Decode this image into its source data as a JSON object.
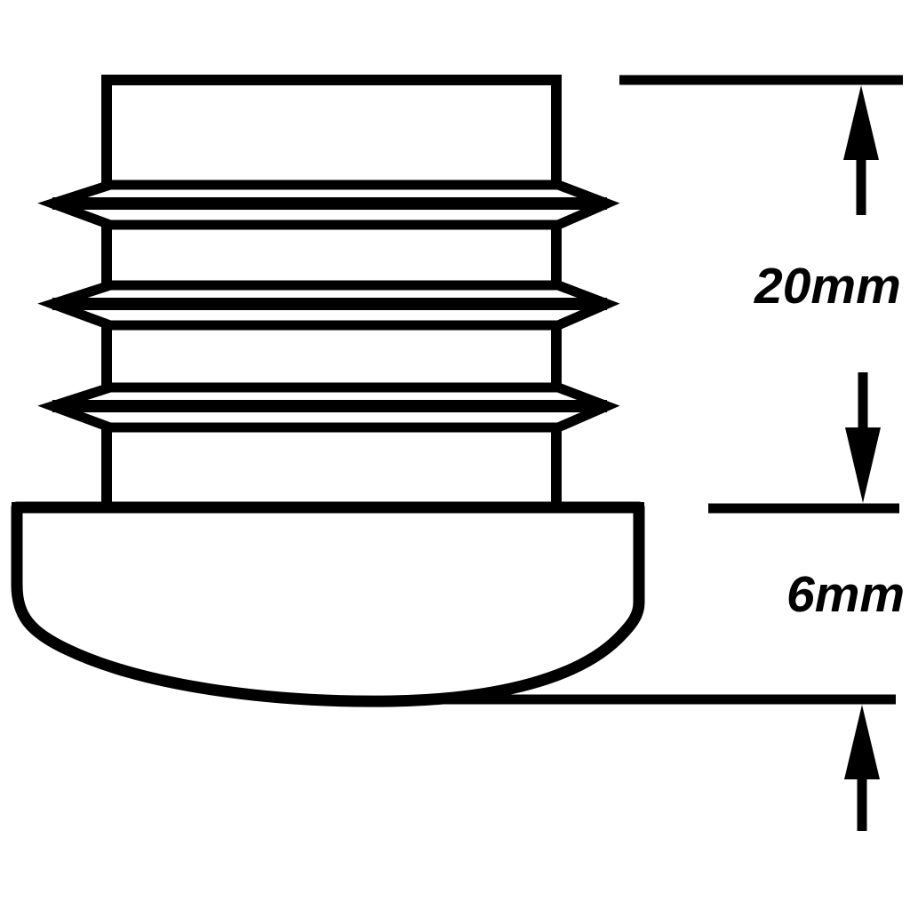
{
  "diagram": {
    "kind": "technical line drawing",
    "labels": {
      "insert_depth": "20mm",
      "cap_height": "6mm"
    },
    "icons": {
      "arrow_up": "arrow-up",
      "arrow_down": "arrow-down"
    },
    "colors": {
      "line": "#000000",
      "background": "#ffffff"
    }
  }
}
